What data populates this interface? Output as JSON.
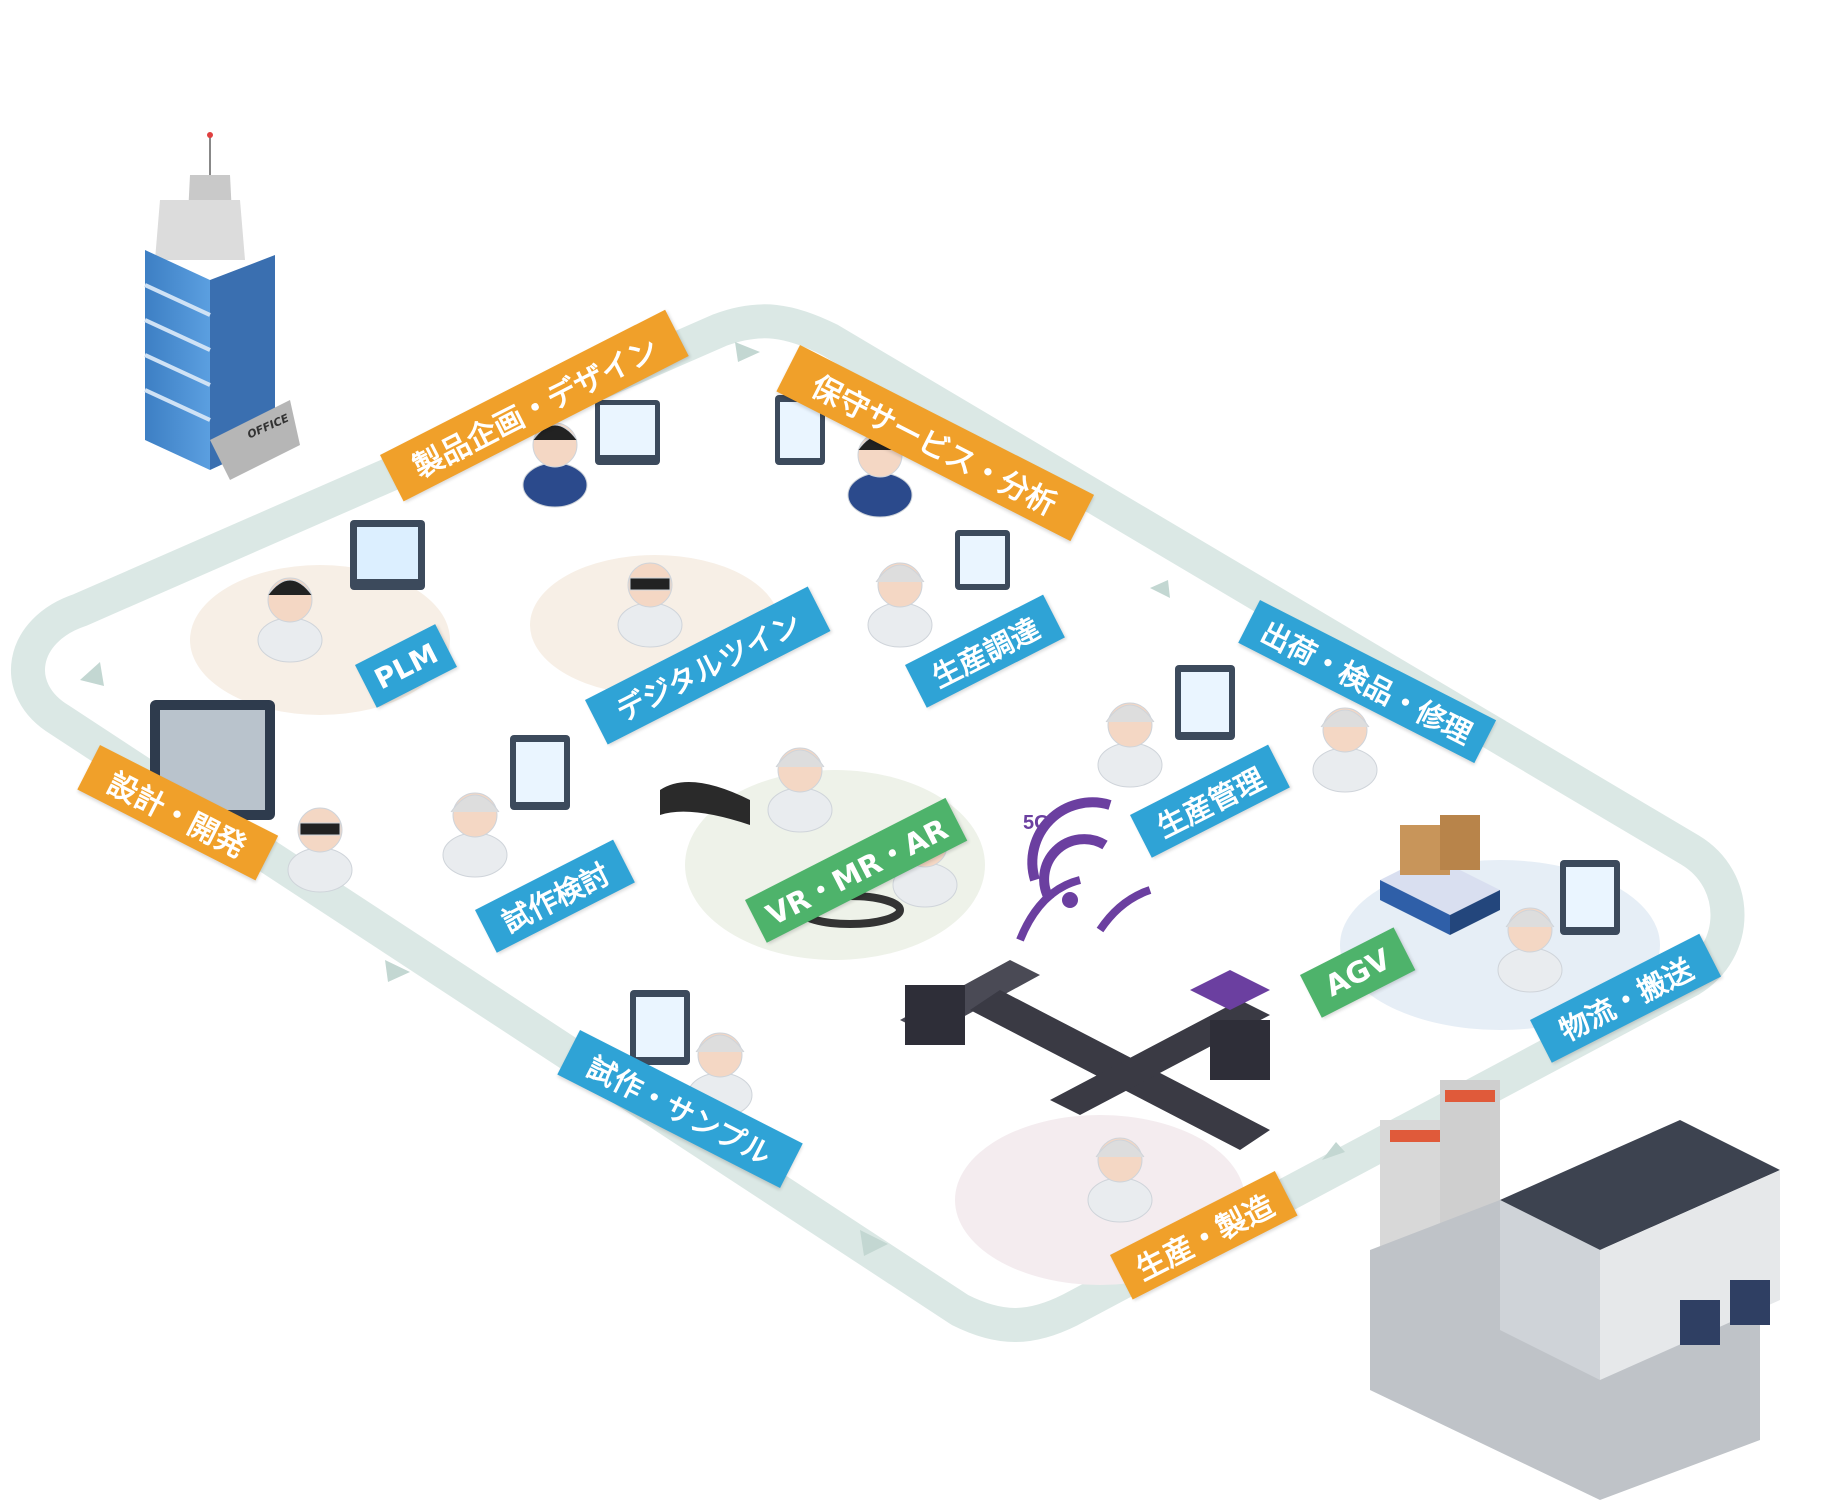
{
  "labels": {
    "product_planning": "製品企画・デザイン",
    "maintenance": "保守サービス・分析",
    "plm": "PLM",
    "digital_twin": "デジタルツイン",
    "procurement": "生産調達",
    "shipping": "出荷・検品・修理",
    "design_dev": "設計・開発",
    "prototype_review": "試作検討",
    "vr_mr_ar": "VR・MR・AR",
    "production_mgmt": "生産管理",
    "agv": "AGV",
    "logistics": "物流・搬送",
    "prototype_sample": "試作・サンプル",
    "manufacturing": "生産・製造",
    "five_g": "5G",
    "office_sign": "OFFICE"
  },
  "colors": {
    "orange": "#f0a02a",
    "blue": "#2fa3d6",
    "green": "#4eb36b",
    "loop": "#dbe8e5",
    "purple": "#6b3fa0"
  }
}
